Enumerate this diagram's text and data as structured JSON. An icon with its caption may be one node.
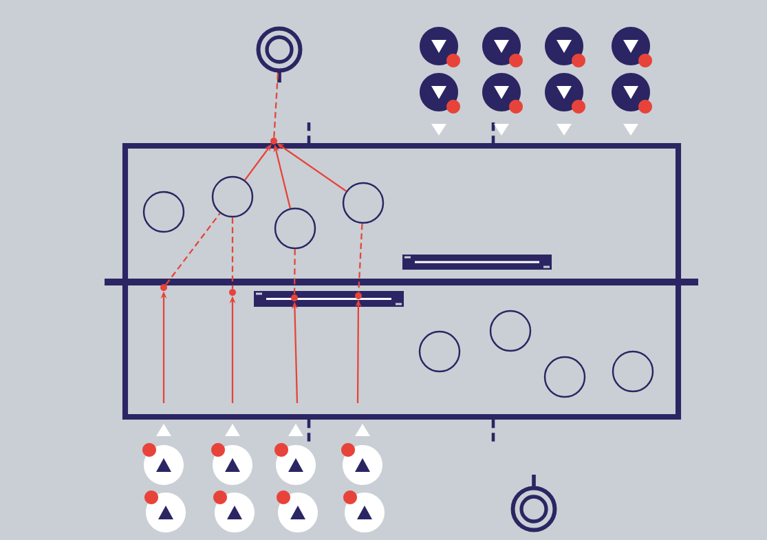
{
  "diagram": {
    "nodes": [
      {
        "text": [],
        "shape": "circle"
      },
      {
        "text": [],
        "shape": "circle"
      },
      {
        "text": [],
        "shape": "circle"
      },
      {
        "text": [],
        "shape": "circle"
      },
      {
        "text": [],
        "shape": "circle"
      },
      {
        "text": [],
        "shape": "circle"
      },
      {
        "text": [],
        "shape": "circle"
      },
      {
        "text": [],
        "shape": "circle"
      },
      {
        "text": [],
        "shape": "target"
      },
      {
        "text": [],
        "shape": "target"
      },
      {
        "text": [],
        "shape": "dot"
      },
      {
        "text": [],
        "shape": "dot"
      },
      {
        "text": [],
        "shape": "dot"
      },
      {
        "text": [],
        "shape": "dot"
      },
      {
        "text": [],
        "shape": "dot"
      }
    ],
    "edges": [
      {
        "from": null,
        "to": 10,
        "arrow": "to"
      },
      {
        "from": null,
        "to": 11,
        "arrow": "to"
      },
      {
        "from": null,
        "to": 12,
        "arrow": "to"
      },
      {
        "from": null,
        "to": 13,
        "arrow": "to"
      },
      {
        "from": 10,
        "to": 1,
        "arrow": "none",
        "style": "dashed"
      },
      {
        "from": 1,
        "to": 11,
        "arrow": "none",
        "style": "dashed"
      },
      {
        "from": 2,
        "to": 12,
        "arrow": "none",
        "style": "dashed"
      },
      {
        "from": 3,
        "to": 13,
        "arrow": "none",
        "style": "dashed"
      },
      {
        "from": 1,
        "to": 14,
        "arrow": "to"
      },
      {
        "from": 2,
        "to": 14,
        "arrow": "to"
      },
      {
        "from": 3,
        "to": 14,
        "arrow": "to"
      },
      {
        "from": 14,
        "to": 8,
        "arrow": "none",
        "style": "dashed"
      }
    ]
  }
}
